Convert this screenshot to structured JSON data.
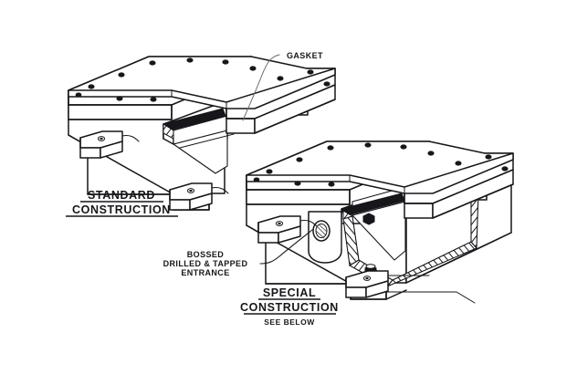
{
  "drawing": {
    "title": "Enclosure construction comparison isometric drawing",
    "background_color": "#ffffff",
    "line_color": "#17161a",
    "leader_color": "#6a6a72"
  },
  "callouts": {
    "gasket": "GASKET",
    "bossed_line1": "BOSSED",
    "bossed_line2": "DRILLED & TAPPED",
    "bossed_line3": "ENTRANCE"
  },
  "titles": {
    "standard_line1": "STANDARD",
    "standard_line2": "CONSTRUCTION",
    "special_line1": "SPECIAL",
    "special_line2": "CONSTRUCTION",
    "special_note": "SEE BELOW"
  },
  "parts": {
    "standard_enclosure": "standard-enclosure",
    "special_enclosure": "special-enclosure",
    "lid": "lid-panel",
    "gasket_band": "gasket-band",
    "mounting_foot": "mounting-foot",
    "boss_entrance": "bossed-entrance",
    "hex_nut": "hex-nut",
    "cover_bolt": "cover-bolt"
  }
}
